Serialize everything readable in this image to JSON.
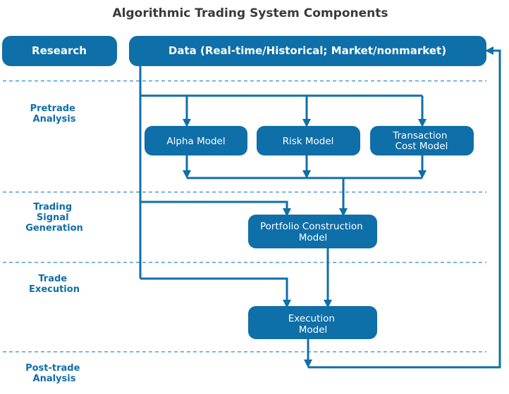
{
  "title": "Algorithmic Trading System Components",
  "boxes": {
    "research": "Research",
    "data": "Data (Real-time/Historical; Market/nonmarket)",
    "alpha": "Alpha Model",
    "risk": "Risk Model",
    "transaction": [
      "Transaction",
      "Cost Model"
    ],
    "portfolio": [
      "Portfolio Construction",
      "Model"
    ],
    "execution": [
      "Execution",
      "Model"
    ]
  },
  "stages": {
    "pretrade": [
      "Pretrade",
      "Analysis"
    ],
    "signal": [
      "Trading",
      "Signal",
      "Generation"
    ],
    "execution": [
      "Trade",
      "Execution"
    ],
    "posttrade": [
      "Post-trade",
      "Analysis"
    ]
  },
  "colors": {
    "box": "#0f6fa8",
    "line": "#0f6fa8",
    "divider": "#2a8cc2",
    "stage_text": "#0f6fa8"
  }
}
